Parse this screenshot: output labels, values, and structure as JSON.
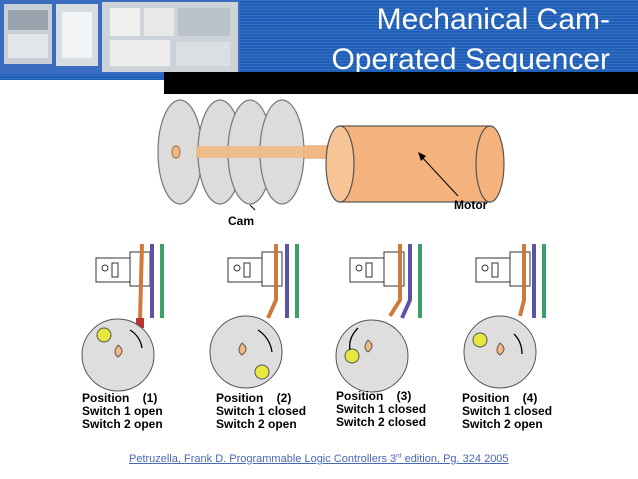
{
  "header": {
    "title_line1": "Mechanical Cam-",
    "title_line2": "Operated Sequencer",
    "bg_color": "#1f5fb8"
  },
  "diagram": {
    "cam_label": "Cam",
    "motor_label": "Motor",
    "positions": [
      {
        "pos": "Position    (1)",
        "s1": "Switch 1 open",
        "s2": "Switch 2 open"
      },
      {
        "pos": "Position    (2)",
        "s1": "Switch 1 closed",
        "s2": "Switch 2 open"
      },
      {
        "pos": "Position    (3)",
        "s1": "Switch 1 closed",
        "s2": "Switch 2 closed"
      },
      {
        "pos": "Position    (4)",
        "s1": "Switch 1 closed",
        "s2": "Switch 2 open"
      }
    ]
  },
  "citation": {
    "text_before": "Petruzella, Frank D. Programmable Logic Controllers 3",
    "superscript": "rd",
    "text_after": " edition, Pg. 324 2005"
  }
}
